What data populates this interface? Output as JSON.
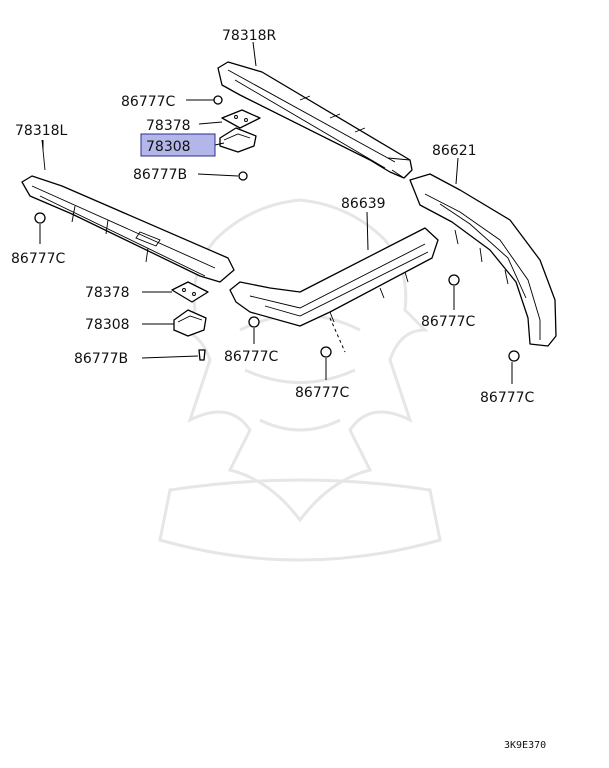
{
  "diagram": {
    "labels": {
      "p78318R": "78318R",
      "p86777C_top": "86777C",
      "p78378_top": "78378",
      "p78308_top": "78308",
      "p86777B_top": "86777B",
      "p78318L": "78318L",
      "p86777C_left": "86777C",
      "p86621": "86621",
      "p86639": "86639",
      "p78378_mid": "78378",
      "p78308_mid": "78308",
      "p86777B_mid": "86777B",
      "p86777C_midA": "86777C",
      "p86777C_midB": "86777C",
      "p86777C_right": "86777C",
      "p86777C_far": "86777C"
    },
    "highlight_color": "#b3b6e8",
    "diagram_code": "3K9E370"
  }
}
